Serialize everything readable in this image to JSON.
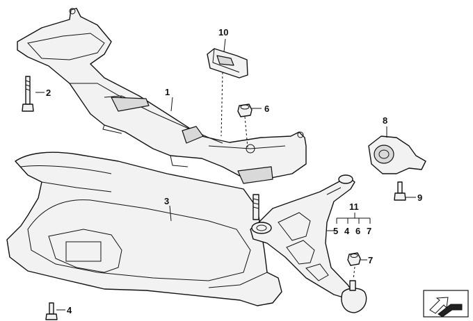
{
  "diagram": {
    "callouts": {
      "c1": "1",
      "c2": "2",
      "c3": "3",
      "c4": "4",
      "c5": "5",
      "c6": "6",
      "c7": "7",
      "c8": "8",
      "c9": "9",
      "c10": "10",
      "c11": "11",
      "c11_sub4": "4",
      "c11_sub6": "6",
      "c11_sub7": "7"
    },
    "icons": {
      "nav": "diagonal-arrow-icon"
    }
  }
}
